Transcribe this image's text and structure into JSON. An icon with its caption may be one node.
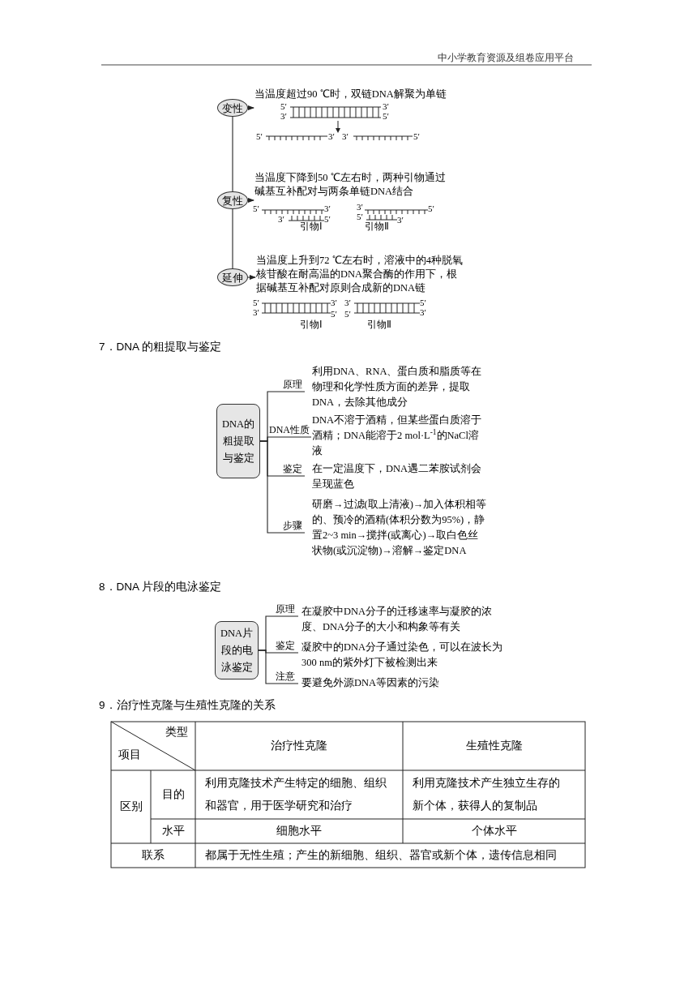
{
  "diagram": {
    "nodes": [
      {
        "text": [
          "变性"
        ]
      },
      {
        "text": [
          "当温度超过90 ℃时，双链DNA解聚为单链"
        ]
      },
      {
        "text": [
          "复性"
        ]
      },
      {
        "text": [
          "当温度下降到50 ℃左右时，两种引物通过碱基互补配对与两条单链DNA结合"
        ]
      },
      {
        "text": [
          "延伸"
        ]
      },
      {
        "text": [
          "当温度上升到72 ℃左右时，溶液中的4种脱氧核苷酸在耐高温的DNA聚合酶的作用下，根据碱基互补配对原则合成新的DNA链"
        ]
      },
      {
        "text": [
          "DNA的粗提取与鉴定"
        ]
      },
      {
        "text": [
          "原理"
        ],
        "beside": [
          "利用DNA、RNA、蛋白质和脂质等在物理和化学性质方面的差异，提取DNA，去除其他成分"
        ]
      },
      {
        "text": [
          "DNA性质"
        ],
        "beside": [
          "DNA不溶于酒精，但某些蛋白质溶于酒精；DNA能溶于2 mol·L$^{-1}$的NaCl溶液"
        ]
      },
      {
        "text": [
          "鉴定"
        ],
        "beside": [
          "在一定温度下，DNA遇二苯胺试剂会呈现蓝色"
        ]
      },
      {
        "text": [
          "步骤"
        ],
        "beside": [
          "研磨→过滤(取上清液)→加入体积相等的、预冷的酒精(体积分数为95%)，静置2~3 min→搅拌(或离心)→取白色丝状物(或沉淀物)→溶解→鉴定DNA"
        ]
      },
      {
        "text": [
          "DNA片段的电泳鉴定"
        ]
      },
      {
        "text": [
          "原理"
        ],
        "beside": [
          "在凝胶中DNA分子的迁移速率与凝胶的浓度、DNA分子的大小和构象等有关"
        ]
      },
      {
        "text": [
          "鉴定"
        ],
        "beside": [
          "凝胶中的DNA分子通过染色，可以在波长为300 nm的紫外灯下被检测出来"
        ]
      },
      {
        "text": [
          "注意"
        ],
        "beside": [
          "要避免外源DNA等因素的污染"
        ]
      }
    ],
    "edges": [
      {
        "from": 0,
        "to": 1,
        "arrow": "to"
      },
      {
        "from": 2,
        "to": 3,
        "arrow": "to"
      },
      {
        "from": 4,
        "to": 5,
        "arrow": "to"
      },
      {
        "from": 0,
        "to": 2,
        "arrow": "none"
      },
      {
        "from": 2,
        "to": 4,
        "arrow": "none"
      },
      {
        "from": 6,
        "to": 7,
        "arrow": "none"
      },
      {
        "from": 6,
        "to": 8,
        "arrow": "none"
      },
      {
        "from": 6,
        "to": 9,
        "arrow": "none"
      },
      {
        "from": 6,
        "to": 10,
        "arrow": "none"
      },
      {
        "from": 11,
        "to": 12,
        "arrow": "none"
      },
      {
        "from": 11,
        "to": 13,
        "arrow": "none"
      },
      {
        "from": 11,
        "to": 14,
        "arrow": "none"
      }
    ],
    "labels": [
      "中小学教育资源及组卷应用平台",
      "5′",
      "3′",
      "3′",
      "5′",
      "5′",
      "3′",
      "3′",
      "5′",
      "5′",
      "3′",
      "3′",
      "5′",
      "3′",
      "5′",
      "5′",
      "3′",
      "引物Ⅰ",
      "引物Ⅱ",
      "5′",
      "3′",
      "3′",
      "5′",
      "3′",
      "5′",
      "5′",
      "3′",
      "引物Ⅰ",
      "引物Ⅱ",
      "7．DNA 的粗提取与鉴定",
      "8．DNA 片段的电泳鉴定",
      "9．治疗性克隆与生殖性克隆的关系",
      "类型",
      "项目",
      "治疗性克隆",
      "生殖性克隆",
      "区别",
      "目的",
      "利用克隆技术产生特定的细胞、组织和器官，用于医学研究和治疗",
      "利用克隆技术产生独立生存的新个体，获得人的复制品",
      "水平",
      "细胞水平",
      "个体水平",
      "联系",
      "都属于无性生殖；产生的新细胞、组织、器官或新个体，遗传信息相同"
    ]
  }
}
